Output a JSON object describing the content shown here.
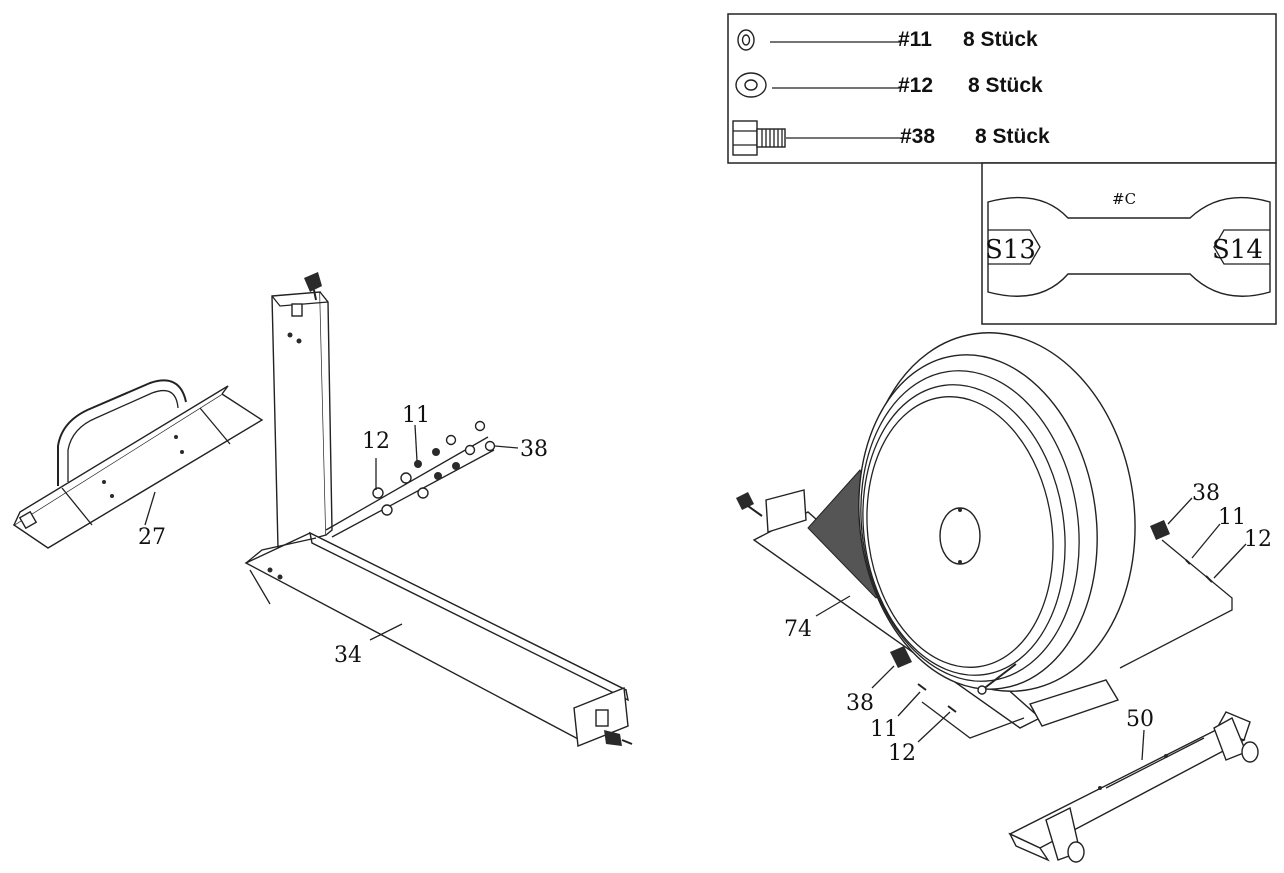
{
  "hardware_table": [
    {
      "part": "#11",
      "qty": "8 Stück",
      "icon": "washer-small-icon"
    },
    {
      "part": "#12",
      "qty": "8 Stück",
      "icon": "washer-large-icon"
    },
    {
      "part": "#38",
      "qty": "8 Stück",
      "icon": "bolt-icon"
    }
  ],
  "tool": {
    "id": "#C",
    "left_size": "S13",
    "right_size": "S14",
    "icon": "wrench-icon"
  },
  "callouts": {
    "handle": "27",
    "rear_stab_frame": "34",
    "left_washer_12": "12",
    "left_washer_11": "11",
    "left_bolt_38": "38",
    "main_frame": "74",
    "right_bolt_top": "38",
    "right_washer_11_top": "11",
    "right_washer_12_top": "12",
    "right_bolt_bottom": "38",
    "right_washer_11_bottom": "11",
    "right_washer_12_bottom": "12",
    "front_stabilizer": "50"
  }
}
